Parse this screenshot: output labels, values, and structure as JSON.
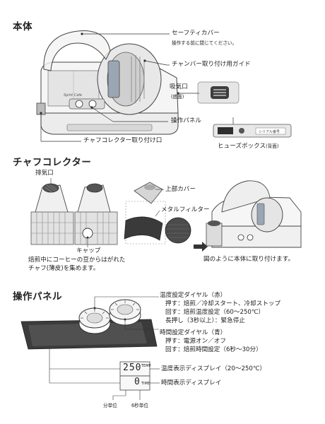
{
  "main_unit": {
    "heading": "本体",
    "labels": {
      "safety_cover": "セーフティカバー",
      "safety_cover_note": "操作する前に閉じてください。",
      "chamber_guide": "チャンバー取り付け用ガイド",
      "air_intake": "吸気口",
      "air_intake_note": "(底面)",
      "control_panel": "操作パネル",
      "chaff_collector_mount": "チャフコレクター取り付け口",
      "fuse_box": "ヒューズボックス",
      "fuse_box_note": "(背面)"
    },
    "logo_text": "Spirit Cafe",
    "serial_label": "シリアル番号"
  },
  "chaff_collector": {
    "heading": "チャフコレクター",
    "labels": {
      "exhaust": "排気口",
      "cap": "キャップ",
      "top_cover": "上部カバー",
      "metal_filter": "メタルフィルター",
      "collect_line1": "焙煎中にコーヒーの豆からはがれた",
      "collect_line2": "チャフ(薄皮)を集めます。",
      "attach_note": "図のように本体に取り付けます。"
    }
  },
  "control_panel": {
    "heading": "操作パネル",
    "temp_dial": {
      "title": "温度設定ダイヤル（赤）",
      "lines": [
        "押す：焙煎／冷却スタート、冷却ストップ",
        "回す：焙煎温度設定（60～250℃）",
        "長押し（3秒以上）：緊急停止"
      ]
    },
    "time_dial": {
      "title": "時間設定ダイヤル（青）",
      "lines": [
        "押す：電源オン／オフ",
        "回す：焙煎時間設定（6秒～30分）"
      ]
    },
    "temp_display": {
      "label": "温度表示ディスプレイ（20～250℃）",
      "value": "250",
      "unit_label": "TEMP"
    },
    "time_display": {
      "label": "時間表示ディスプレイ",
      "value": "0",
      "unit_label": "TIME"
    },
    "minute_unit": "分単位",
    "six_sec_unit": "6秒単位"
  }
}
